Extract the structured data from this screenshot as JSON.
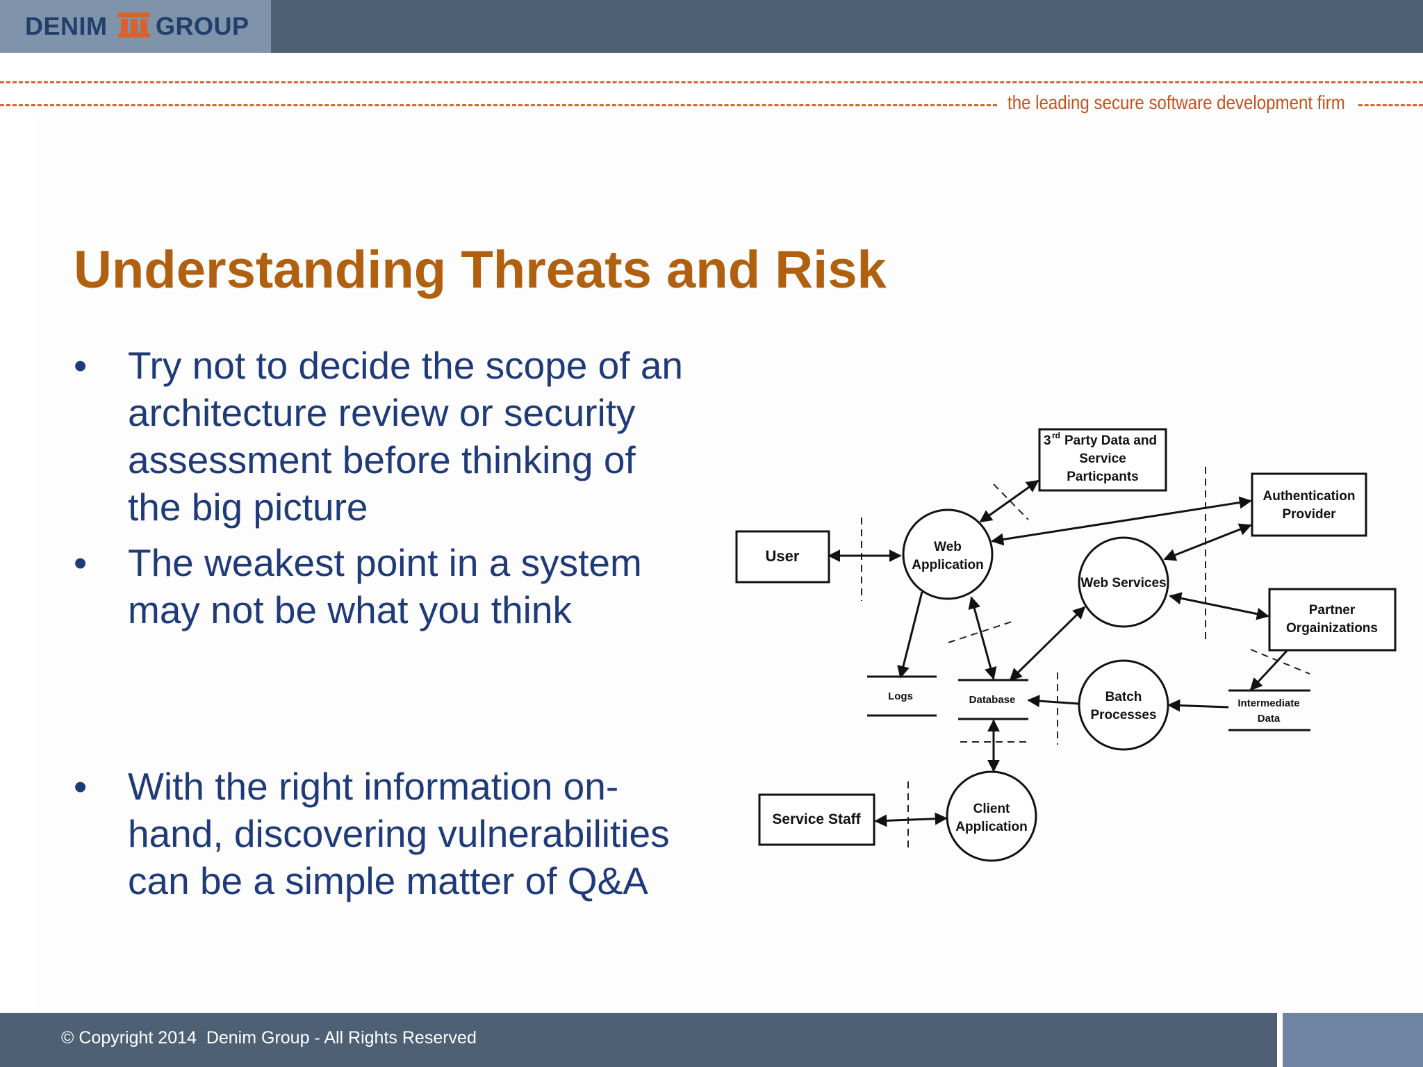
{
  "brand": {
    "logo_left": "DENIM",
    "logo_right": "GROUP",
    "tagline": "the leading secure software development firm",
    "header_color": "#4d6074",
    "accent": "#d8622a"
  },
  "slide": {
    "title": "Understanding Threats and Risk",
    "bullets": [
      "Try not to decide the scope of an architecture review or security assessment before thinking of the big picture",
      "The weakest point in a system may not be what you think",
      "With the right information on-hand, discovering vulnerabilities can be a simple matter of Q&A"
    ]
  },
  "diagram": {
    "entities": {
      "user": "User",
      "third_party_sup": "rd",
      "third_party_lines": [
        "3",
        "Party Data and",
        "Service",
        "Particpants"
      ],
      "auth_lines": [
        "Authentication",
        "Provider"
      ],
      "partner_lines": [
        "Partner",
        "Orgainizations"
      ],
      "service_staff": "Service Staff"
    },
    "processes": {
      "web_app_lines": [
        "Web",
        "Application"
      ],
      "web_services": "Web Services",
      "batch_lines": [
        "Batch",
        "Processes"
      ],
      "client_app_lines": [
        "Client",
        "Application"
      ]
    },
    "stores": {
      "logs": "Logs",
      "database": "Database",
      "intermediate_lines": [
        "Intermediate",
        "Data"
      ]
    }
  },
  "footer": {
    "copyright": "© Copyright 2014  Denim Group - All Rights Reserved"
  }
}
